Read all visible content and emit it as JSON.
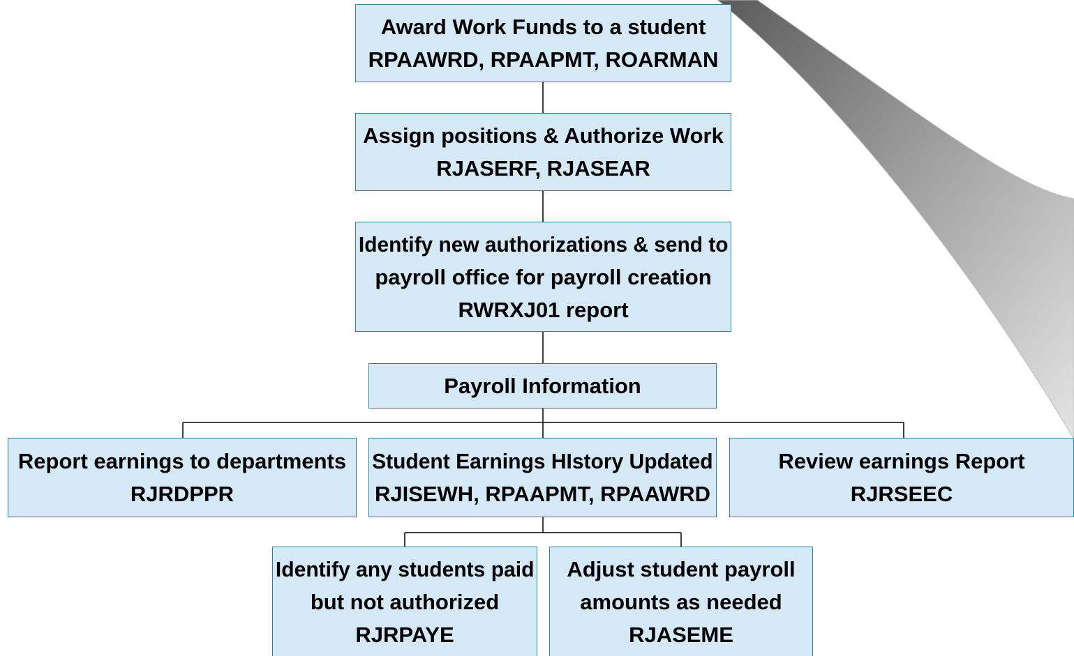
{
  "colors": {
    "box_fill": "#d4e8f5",
    "box_border": "#2f7f95",
    "connector": "#000000",
    "page_curl": "#9a9a9a"
  },
  "nodes": {
    "award": {
      "lines": [
        "Award Work Funds to a student",
        "RPAAWRD, RPAAPMT, ROARMAN"
      ]
    },
    "assign": {
      "lines": [
        "Assign positions & Authorize Work",
        "RJASERF, RJASEAR"
      ]
    },
    "identify_new": {
      "lines": [
        "Identify new authorizations & send to",
        "payroll office for payroll creation",
        "RWRXJ01 report"
      ]
    },
    "payroll": {
      "lines": [
        "Payroll Information"
      ]
    },
    "report": {
      "lines": [
        "Report earnings to departments",
        "RJRDPPR"
      ]
    },
    "history": {
      "lines": [
        "Student Earnings HIstory Updated",
        "RJISEWH, RPAAPMT, RPAAWRD"
      ]
    },
    "review": {
      "lines": [
        "Review earnings Report",
        "RJRSEEC"
      ]
    },
    "identify_paid": {
      "lines": [
        "Identify any students paid",
        "but not authorized",
        "RJRPAYE"
      ]
    },
    "adjust": {
      "lines": [
        "Adjust student payroll",
        "amounts as needed",
        "RJASEME"
      ]
    }
  }
}
